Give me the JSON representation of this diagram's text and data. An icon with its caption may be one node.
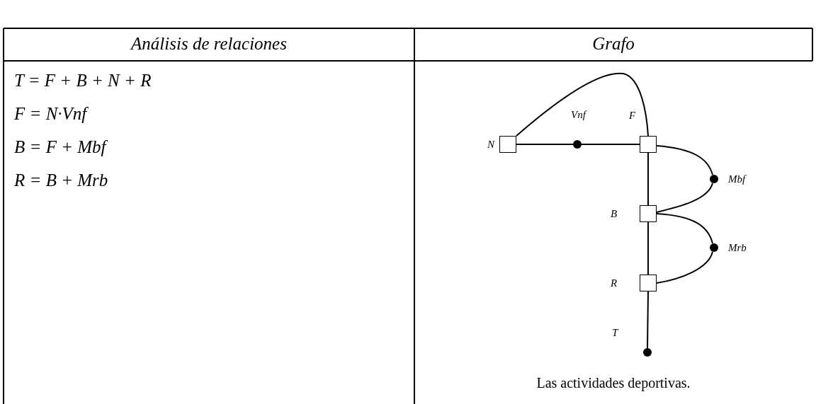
{
  "diagram": {
    "caption": "Las actividades deportivas.",
    "nodes": [
      {
        "text": [],
        "shape": "box",
        "beside": [
          "N"
        ]
      },
      {
        "text": [],
        "shape": "circle",
        "beside": [
          "Vnf"
        ]
      },
      {
        "text": [],
        "shape": "box",
        "beside": [
          "F"
        ]
      },
      {
        "text": [],
        "shape": "circle",
        "beside": [
          "Mbf"
        ]
      },
      {
        "text": [],
        "shape": "box",
        "beside": [
          "B"
        ]
      },
      {
        "text": [],
        "shape": "circle",
        "beside": [
          "Mrb"
        ]
      },
      {
        "text": [],
        "shape": "box",
        "beside": [
          "R"
        ]
      },
      {
        "text": [],
        "shape": "circle",
        "beside": [
          "T"
        ]
      }
    ],
    "edges": [
      {
        "from": 0,
        "to": 1,
        "arrow": "none"
      },
      {
        "from": 1,
        "to": 2,
        "arrow": "none"
      },
      {
        "from": 0,
        "to": 2,
        "arrow": "none"
      },
      {
        "from": 2,
        "to": 3,
        "arrow": "none"
      },
      {
        "from": 3,
        "to": 4,
        "arrow": "none"
      },
      {
        "from": 2,
        "to": 4,
        "arrow": "none"
      },
      {
        "from": 4,
        "to": 5,
        "arrow": "none"
      },
      {
        "from": 5,
        "to": 6,
        "arrow": "none"
      },
      {
        "from": 4,
        "to": 6,
        "arrow": "none"
      },
      {
        "from": 6,
        "to": 7,
        "arrow": "none"
      }
    ],
    "labels": [
      "Análisis de relaciones",
      "Grafo",
      "T = F + B + N + R",
      "F = N·Vnf",
      "B = F + Mbf",
      "R = B + Mrb"
    ]
  }
}
